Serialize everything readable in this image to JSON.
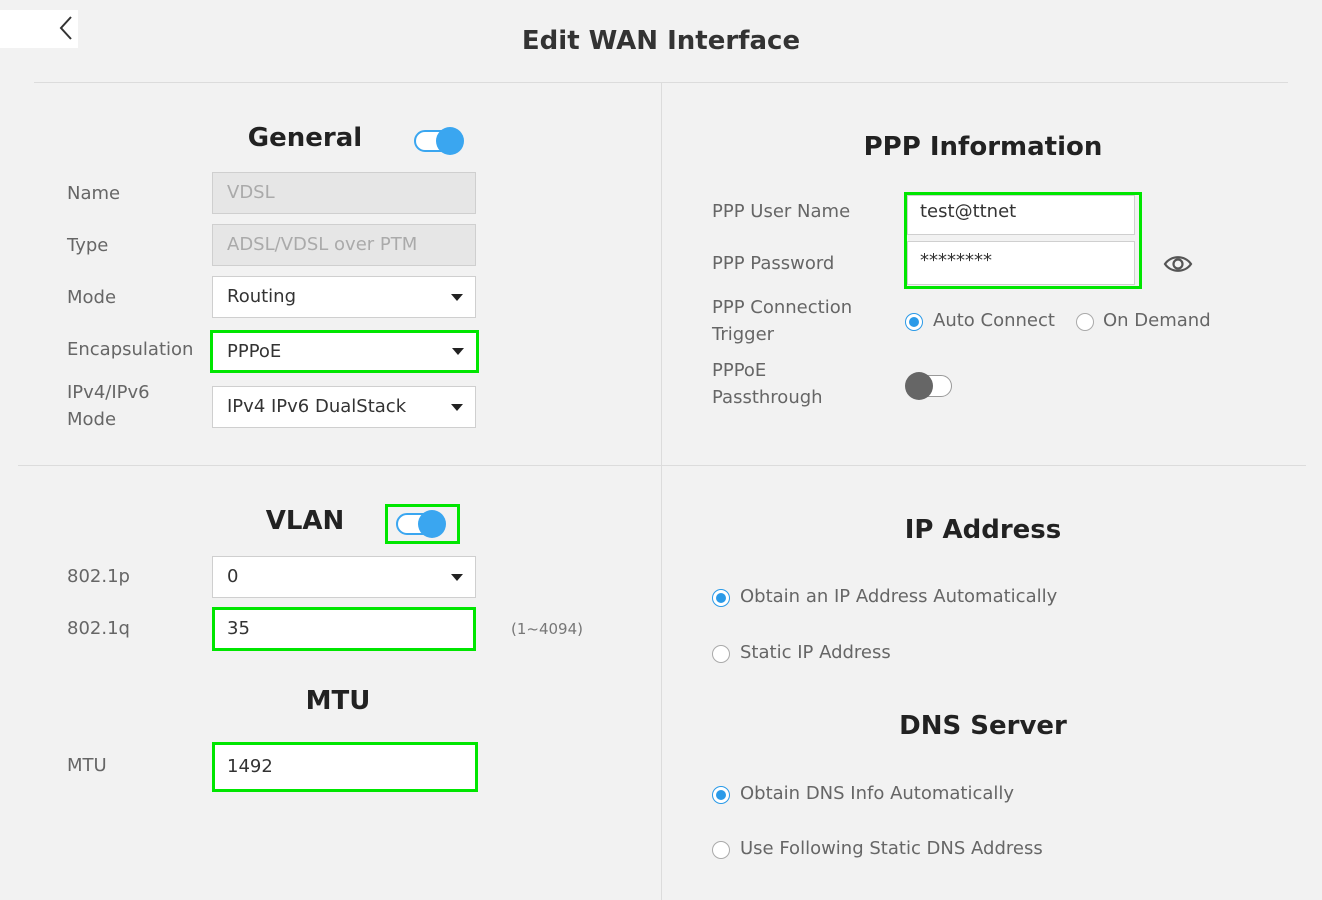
{
  "header": {
    "title": "Edit WAN Interface",
    "back_icon": "chevron-left-icon"
  },
  "general": {
    "title": "General",
    "enabled": true,
    "name": {
      "label": "Name",
      "value": "VDSL"
    },
    "type": {
      "label": "Type",
      "value": "ADSL/VDSL over PTM"
    },
    "mode": {
      "label": "Mode",
      "value": "Routing"
    },
    "encapsulation": {
      "label": "Encapsulation",
      "value": "PPPoE"
    },
    "ip_mode": {
      "label_line1": "IPv4/IPv6",
      "label_line2": "Mode",
      "value": "IPv4 IPv6 DualStack"
    }
  },
  "ppp": {
    "title": "PPP Information",
    "username": {
      "label": "PPP User Name",
      "value": "test@ttnet"
    },
    "password": {
      "label": "PPP Password",
      "value": "********"
    },
    "trigger": {
      "label_line1": "PPP Connection",
      "label_line2": "Trigger",
      "options": [
        "Auto Connect",
        "On Demand"
      ],
      "selected": "Auto Connect"
    },
    "passthrough": {
      "label_line1": "PPPoE",
      "label_line2": "Passthrough",
      "enabled": false
    }
  },
  "vlan": {
    "title": "VLAN",
    "enabled": true,
    "p8021p": {
      "label": "802.1p",
      "value": "0"
    },
    "q8021q": {
      "label": "802.1q",
      "value": "35",
      "hint": "(1~4094)"
    }
  },
  "mtu": {
    "title": "MTU",
    "label": "MTU",
    "value": "1492"
  },
  "ip_address": {
    "title": "IP Address",
    "options": [
      "Obtain an IP Address Automatically",
      "Static IP Address"
    ],
    "selected": "Obtain an IP Address Automatically"
  },
  "dns": {
    "title": "DNS Server",
    "options": [
      "Obtain DNS Info Automatically",
      "Use Following Static DNS Address"
    ],
    "selected": "Obtain DNS Info Automatically"
  },
  "colors": {
    "accent": "#3aa6f0",
    "highlight": "#00e600",
    "background": "#f2f2f2"
  }
}
